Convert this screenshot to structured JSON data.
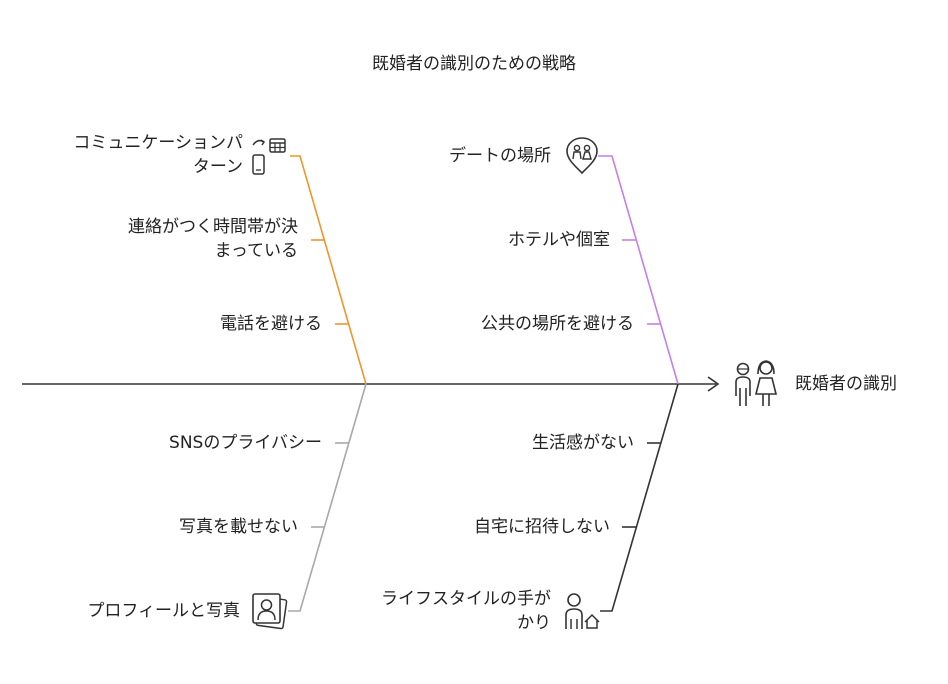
{
  "title": "既婚者の識別のための戦略",
  "effect": "既婚者の識別",
  "colors": {
    "spine": "#333333",
    "communication": "#f0952a",
    "date": "#c77dea",
    "sns": "#a8a8a8",
    "lifestyle": "#333333"
  },
  "categories": {
    "communication": {
      "label_line1": "コミュニケーションパ",
      "label_line2": "ターン",
      "icon": "phone-calendar-icon",
      "causes": [
        {
          "line1": "連絡がつく時間帯が決",
          "line2": "まっている"
        },
        {
          "line1": "電話を避ける"
        }
      ]
    },
    "date": {
      "label": "デートの場所",
      "icon": "location-couple-icon",
      "causes": [
        {
          "line1": "ホテルや個室"
        },
        {
          "line1": "公共の場所を避ける"
        }
      ]
    },
    "sns": {
      "label": "プロフィールと写真",
      "icon": "photo-profile-icon",
      "causes": [
        {
          "line1": "SNSのプライバシー"
        },
        {
          "line1": "写真を載せない"
        }
      ]
    },
    "lifestyle": {
      "label_line1": "ライフスタイルの手が",
      "label_line2": "かり",
      "icon": "person-home-icon",
      "causes": [
        {
          "line1": "生活感がない"
        },
        {
          "line1": "自宅に招待しない"
        }
      ]
    }
  }
}
